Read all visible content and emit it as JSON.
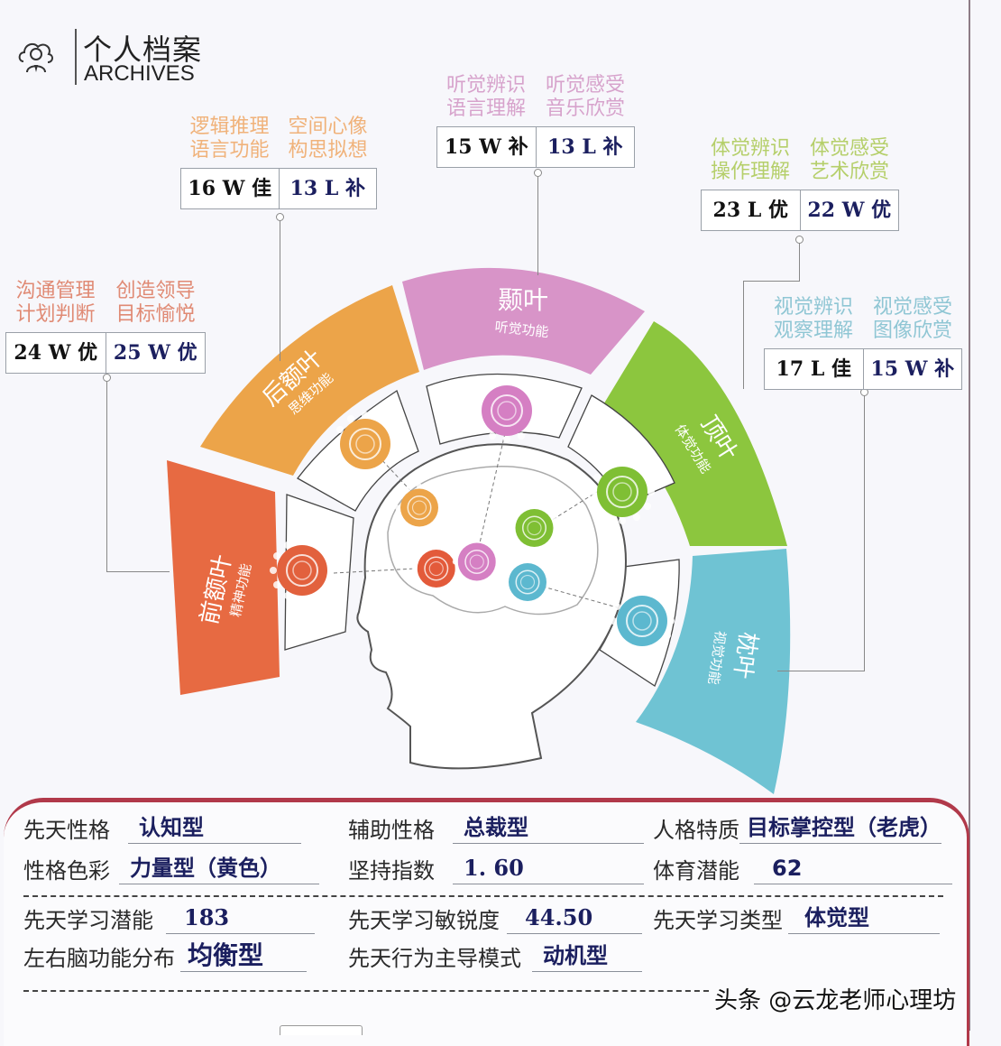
{
  "header": {
    "title_cn": "个人档案",
    "title_en": "ARCHIVES",
    "logo_icon": "profile-cloud-person-icon"
  },
  "lobes": [
    {
      "id": "prefrontal",
      "name": "前额叶",
      "function": "精神功能",
      "color": "#e76a42"
    },
    {
      "id": "frontal",
      "name": "后额叶",
      "function": "思维功能",
      "color": "#eca449"
    },
    {
      "id": "temporal",
      "name": "颞叶",
      "function": "听觉功能",
      "color": "#d894c8"
    },
    {
      "id": "parietal",
      "name": "顶叶",
      "function": "体觉功能",
      "color": "#8cc63e"
    },
    {
      "id": "occipital",
      "name": "枕叶",
      "function": "视觉功能",
      "color": "#6fc3d3"
    }
  ],
  "stats": {
    "prefrontal": {
      "caption_color": "#e08a74",
      "left": {
        "caption": [
          "沟通管理",
          "计划判断"
        ],
        "score": "24 W 优"
      },
      "right": {
        "caption": [
          "创造领导",
          "目标愉悦"
        ],
        "score": "25 W 优"
      }
    },
    "frontal": {
      "caption_color": "#f0b27a",
      "left": {
        "caption": [
          "逻辑推理",
          "语言功能"
        ],
        "score": "16 W 佳"
      },
      "right": {
        "caption": [
          "空间心像",
          "构思拟想"
        ],
        "score": "13 L 补"
      }
    },
    "temporal": {
      "caption_color": "#d7a3cc",
      "left": {
        "caption": [
          "听觉辨识",
          "语言理解"
        ],
        "score": "15 W 补"
      },
      "right": {
        "caption": [
          "听觉感受",
          "音乐欣赏"
        ],
        "score": "13 L 补"
      }
    },
    "parietal": {
      "caption_color": "#b5cf6a",
      "left": {
        "caption": [
          "体觉辨识",
          "操作理解"
        ],
        "score": "23 L 优"
      },
      "right": {
        "caption": [
          "体觉感受",
          "艺术欣赏"
        ],
        "score": "22 W 优"
      }
    },
    "occipital": {
      "caption_color": "#8fc6d4",
      "left": {
        "caption": [
          "视觉辨识",
          "观察理解"
        ],
        "score": "17 L 佳"
      },
      "right": {
        "caption": [
          "视觉感受",
          "图像欣赏"
        ],
        "score": "15 W 补"
      }
    }
  },
  "profile": {
    "row1": [
      {
        "label": "先天性格",
        "value": "认知型"
      },
      {
        "label": "辅助性格",
        "value": "总裁型"
      },
      {
        "label": "人格特质",
        "value": "目标掌控型（老虎）"
      }
    ],
    "row2": [
      {
        "label": "性格色彩",
        "value": "力量型（黄色）"
      },
      {
        "label": "坚持指数",
        "value": "1. 60"
      },
      {
        "label": "体育潜能",
        "value": "62"
      }
    ],
    "row3": [
      {
        "label": "先天学习潜能",
        "value": "183"
      },
      {
        "label": "先天学习敏锐度",
        "value": "44.50"
      },
      {
        "label": "先天学习类型",
        "value": "体觉型"
      }
    ],
    "row4": [
      {
        "label": "左右脑功能分布",
        "value": "均衡型"
      },
      {
        "label": "先天行为主导模式",
        "value": "动机型"
      }
    ]
  },
  "watermark": "头条 @云龙老师心理坊",
  "colors": {
    "panel_border": "#b1394a",
    "value_text": "#1b1f5f"
  }
}
